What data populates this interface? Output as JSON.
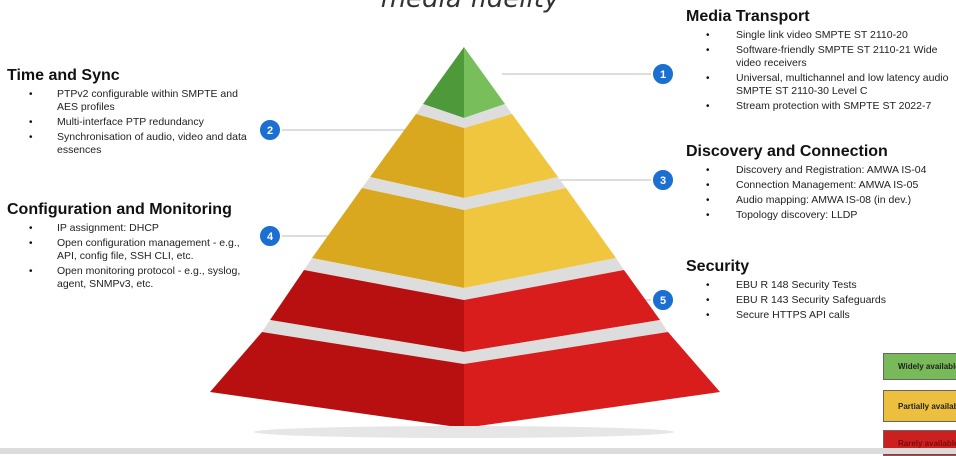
{
  "title": "media fidelity",
  "sections": {
    "time_sync": {
      "heading": "Time and Sync",
      "items": [
        "PTPv2 configurable within SMPTE and AES profiles",
        "Multi-interface PTP redundancy",
        "Synchronisation of audio, video and data essences"
      ]
    },
    "config_monitoring": {
      "heading": "Configuration and Monitoring",
      "items": [
        "IP assignment: DHCP",
        "Open configuration management - e.g., API, config file, SSH CLI, etc.",
        "Open monitoring protocol - e.g., syslog, agent, SNMPv3, etc."
      ]
    },
    "media_transport": {
      "heading": "Media Transport",
      "items": [
        "Single link video SMPTE ST 2110-20",
        "Software-friendly SMPTE ST 2110-21 Wide video receivers",
        "Universal, multichannel and low latency audio SMPTE ST 2110-30 Level C",
        "Stream protection with SMPTE ST 2022-7"
      ]
    },
    "discovery": {
      "heading": "Discovery and Connection",
      "items": [
        "Discovery and Registration: AMWA IS-04",
        "Connection Management: AMWA IS-05",
        "Audio mapping: AMWA IS-08 (in dev.)",
        "Topology discovery: LLDP"
      ]
    },
    "security": {
      "heading": "Security",
      "items": [
        "EBU R 148 Security Tests",
        "EBU R 143 Security Safeguards",
        "Secure HTTPS API calls"
      ]
    }
  },
  "markers": [
    "1",
    "2",
    "3",
    "4",
    "5"
  ],
  "legend": {
    "green": "Widely available",
    "yellow": "Partially available",
    "red": "Rarely available"
  },
  "colors": {
    "green": "#6db04e",
    "yellow": "#ebbd2f",
    "red": "#cc1414",
    "marker": "#1a6fd1"
  }
}
